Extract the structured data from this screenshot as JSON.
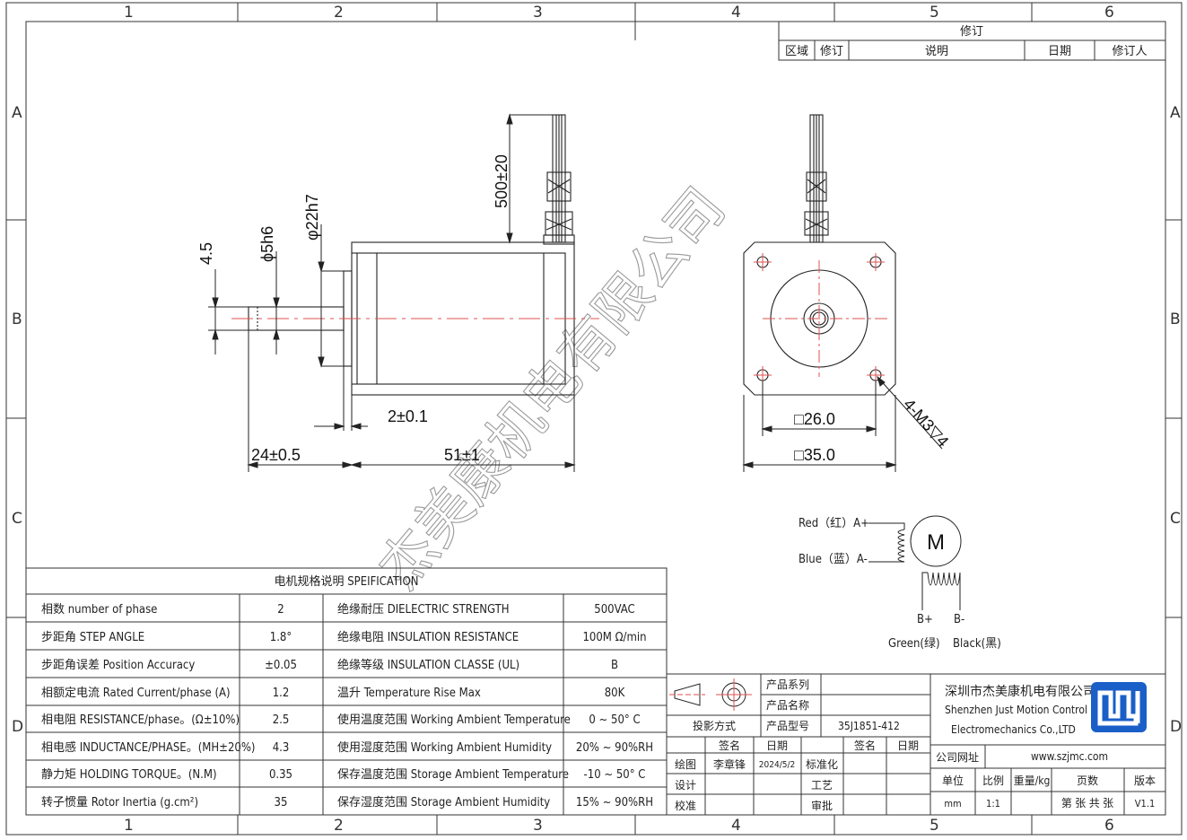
{
  "frame": {
    "cols": [
      "1",
      "2",
      "3",
      "4",
      "5",
      "6"
    ],
    "rows": [
      "A",
      "B",
      "C",
      "D"
    ]
  },
  "revision": {
    "title": "修订",
    "headers": [
      "区域",
      "修订",
      "说明",
      "日期",
      "修订人"
    ]
  },
  "dimensions": {
    "lead_length": "500±20",
    "body_dia": "φ22h7",
    "shaft_dia": "ϕ5h6",
    "flat": "4.5",
    "flange": "2±0.1",
    "shaft_len": "24±0.5",
    "body_len": "51±1",
    "hole_spacing": "□26.0",
    "flange_size": "□35.0",
    "tapped_holes": "4-M3▽4"
  },
  "wiring": {
    "a_plus": "Red（红）A+",
    "a_minus": "Blue（蓝）A-",
    "motor": "M",
    "b_plus": "B+",
    "b_minus": "B-",
    "green": "Green(绿)",
    "black": "Black(黑)"
  },
  "watermark": "杰美康机电有限公司",
  "specs": {
    "title": "电机规格说明 SPEIFICATION",
    "rows": [
      {
        "label": "相数 number of phase",
        "value": "2",
        "label2": "绝缘耐压 DIELECTRIC STRENGTH",
        "value2": "500VAC"
      },
      {
        "label": "步距角 STEP ANGLE",
        "value": "1.8°",
        "label2": "绝缘电阻 INSULATION RESISTANCE",
        "value2": "100M Ω/min"
      },
      {
        "label": "步距角误差 Position Accuracy",
        "value": "±0.05",
        "label2": "绝缘等级 INSULATION CLASSE (UL)",
        "value2": "B"
      },
      {
        "label": "相额定电流 Rated Current/phase (A)",
        "value": "1.2",
        "label2": "温升 Temperature Rise Max",
        "value2": "80K"
      },
      {
        "label": "相电阻 RESISTANCE/phase。(Ω±10%)",
        "value": "2.5",
        "label2": "使用温度范围 Working Ambient Temperature",
        "value2": "0 ~ 50° C"
      },
      {
        "label": "相电感 INDUCTANCE/PHASE。(MH±20%)",
        "value": "4.3",
        "label2": "使用湿度范围 Working Ambient Humidity",
        "value2": "20% ~ 90%RH"
      },
      {
        "label": "静力矩 HOLDING TORQUE。(N.M)",
        "value": "0.35",
        "label2": "保存温度范围 Storage Ambient Temperature",
        "value2": "-10 ~ 50° C"
      },
      {
        "label": "转子惯量 Rotor Inertia (g.cm²)",
        "value": "35",
        "label2": "保存湿度范围 Storage Ambient Humidity",
        "value2": "15% ~ 90%RH"
      }
    ]
  },
  "title_block": {
    "series_label": "产品系列",
    "name_label": "产品名称",
    "projection": "投影方式",
    "model_label": "产品型号",
    "model_value": "35J1851-412",
    "company_cn": "深圳市杰美康机电有限公司",
    "company_en1": "Shenzhen Just Motion Control",
    "company_en2": "Electromechanics Co.,LTD",
    "sign": "签名",
    "date": "日期",
    "draw": "绘图",
    "drawer": "李章锋",
    "draw_date": "2024/5/2",
    "standard": "标准化",
    "design": "设计",
    "process": "工艺",
    "check": "校准",
    "approve": "审批",
    "website_label": "公司网址",
    "website": "www.szjmc.com",
    "unit_label": "单位",
    "scale_label": "比例",
    "weight_label": "重量/kg",
    "pages_label": "页数",
    "version_label": "版本",
    "unit": "mm",
    "scale": "1:1",
    "pages": "第 张 共 张",
    "version": "V1.1"
  }
}
